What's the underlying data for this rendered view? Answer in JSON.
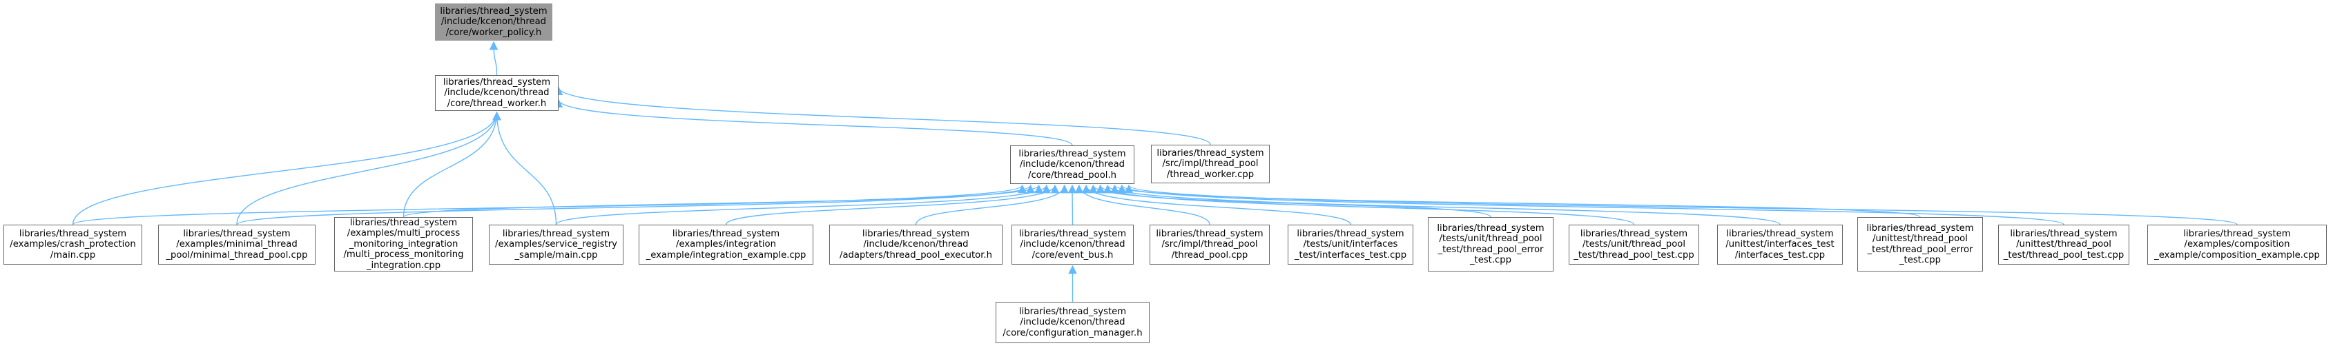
{
  "colors": {
    "edge": "#63b8ff",
    "border": "#666666",
    "root_fill": "#999999",
    "fill": "#ffffff",
    "text": "#000000"
  },
  "nodes": [
    {
      "id": "worker_policy",
      "lines": [
        "libraries/thread_system",
        "/include/kcenon/thread",
        "/core/worker_policy.h"
      ],
      "root": true
    },
    {
      "id": "thread_worker_h",
      "lines": [
        "libraries/thread_system",
        "/include/kcenon/thread",
        "/core/thread_worker.h"
      ]
    },
    {
      "id": "thread_pool_h",
      "lines": [
        "libraries/thread_system",
        "/include/kcenon/thread",
        "/core/thread_pool.h"
      ]
    },
    {
      "id": "thread_worker_cpp",
      "lines": [
        "libraries/thread_system",
        "/src/impl/thread_pool",
        "/thread_worker.cpp"
      ]
    },
    {
      "id": "crash_protection",
      "lines": [
        "libraries/thread_system",
        "/examples/crash_protection",
        "/main.cpp"
      ]
    },
    {
      "id": "minimal_thread_pool",
      "lines": [
        "libraries/thread_system",
        "/examples/minimal_thread",
        "_pool/minimal_thread_pool.cpp"
      ]
    },
    {
      "id": "multi_process",
      "lines": [
        "libraries/thread_system",
        "/examples/multi_process",
        "_monitoring_integration",
        "/multi_process_monitoring",
        "_integration.cpp"
      ]
    },
    {
      "id": "service_registry",
      "lines": [
        "libraries/thread_system",
        "/examples/service_registry",
        "_sample/main.cpp"
      ]
    },
    {
      "id": "integration_example",
      "lines": [
        "libraries/thread_system",
        "/examples/integration",
        "_example/integration_example.cpp"
      ]
    },
    {
      "id": "adapters_executor",
      "lines": [
        "libraries/thread_system",
        "/include/kcenon/thread",
        "/adapters/thread_pool_executor.h"
      ]
    },
    {
      "id": "event_bus",
      "lines": [
        "libraries/thread_system",
        "/include/kcenon/thread",
        "/core/event_bus.h"
      ]
    },
    {
      "id": "impl_thread_pool",
      "lines": [
        "libraries/thread_system",
        "/src/impl/thread_pool",
        "/thread_pool.cpp"
      ]
    },
    {
      "id": "interfaces_test",
      "lines": [
        "libraries/thread_system",
        "/tests/unit/interfaces",
        "_test/interfaces_test.cpp"
      ]
    },
    {
      "id": "tests_pool_error",
      "lines": [
        "libraries/thread_system",
        "/tests/unit/thread_pool",
        "_test/thread_pool_error",
        "_test.cpp"
      ]
    },
    {
      "id": "tests_pool_test",
      "lines": [
        "libraries/thread_system",
        "/tests/unit/thread_pool",
        "_test/thread_pool_test.cpp"
      ]
    },
    {
      "id": "unittest_interfaces",
      "lines": [
        "libraries/thread_system",
        "/unittest/interfaces_test",
        "/interfaces_test.cpp"
      ]
    },
    {
      "id": "unittest_pool_error",
      "lines": [
        "libraries/thread_system",
        "/unittest/thread_pool",
        "_test/thread_pool_error",
        "_test.cpp"
      ]
    },
    {
      "id": "unittest_pool_test",
      "lines": [
        "libraries/thread_system",
        "/unittest/thread_pool",
        "_test/thread_pool_test.cpp"
      ]
    },
    {
      "id": "composition_example",
      "lines": [
        "libraries/thread_system",
        "/examples/composition",
        "_example/composition_example.cpp"
      ]
    },
    {
      "id": "configuration_manager",
      "lines": [
        "libraries/thread_system",
        "/include/kcenon/thread",
        "/core/configuration_manager.h"
      ]
    }
  ],
  "edges": [
    [
      "thread_worker_h",
      "worker_policy"
    ],
    [
      "thread_pool_h",
      "thread_worker_h"
    ],
    [
      "thread_worker_cpp",
      "thread_worker_h"
    ],
    [
      "crash_protection",
      "thread_worker_h"
    ],
    [
      "minimal_thread_pool",
      "thread_worker_h"
    ],
    [
      "multi_process",
      "thread_worker_h"
    ],
    [
      "service_registry",
      "thread_worker_h"
    ],
    [
      "crash_protection",
      "thread_pool_h"
    ],
    [
      "minimal_thread_pool",
      "thread_pool_h"
    ],
    [
      "multi_process",
      "thread_pool_h"
    ],
    [
      "service_registry",
      "thread_pool_h"
    ],
    [
      "integration_example",
      "thread_pool_h"
    ],
    [
      "adapters_executor",
      "thread_pool_h"
    ],
    [
      "event_bus",
      "thread_pool_h"
    ],
    [
      "impl_thread_pool",
      "thread_pool_h"
    ],
    [
      "interfaces_test",
      "thread_pool_h"
    ],
    [
      "tests_pool_error",
      "thread_pool_h"
    ],
    [
      "tests_pool_test",
      "thread_pool_h"
    ],
    [
      "unittest_interfaces",
      "thread_pool_h"
    ],
    [
      "unittest_pool_error",
      "thread_pool_h"
    ],
    [
      "unittest_pool_test",
      "thread_pool_h"
    ],
    [
      "composition_example",
      "thread_pool_h"
    ],
    [
      "configuration_manager",
      "event_bus"
    ]
  ]
}
